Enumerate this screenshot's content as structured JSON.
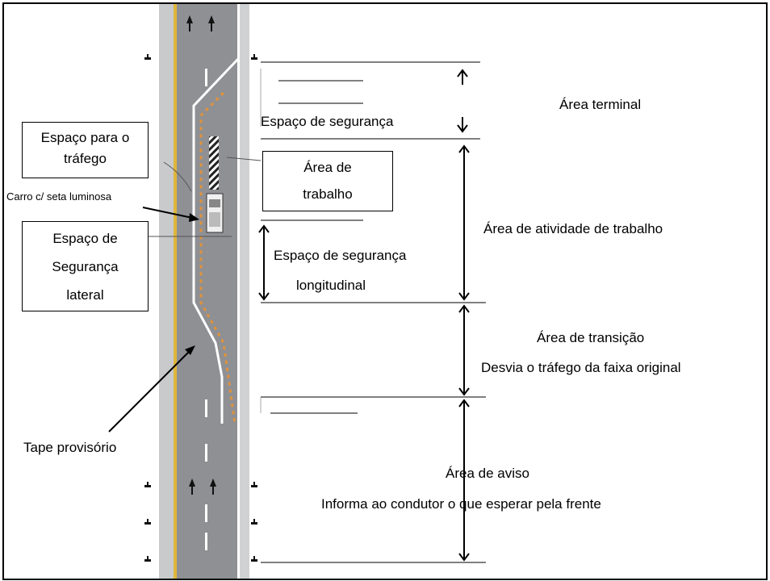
{
  "labels": {
    "traffic_space_line1": "Espaço para o",
    "traffic_space_line2": "tráfego",
    "arrow_car": "Carro c/ seta luminosa",
    "lateral_line1": "Espaço de",
    "lateral_line2": "Segurança",
    "lateral_line3": "lateral",
    "temp_tape": "Tape provisório",
    "work_area_line1": "Área de",
    "work_area_line2": "trabalho",
    "safety_space": "Espaço de segurança",
    "long_safety_line1": "Espaço de segurança",
    "long_safety_line2": "longitudinal"
  },
  "zones": {
    "terminal": "Área terminal",
    "activity": "Área de atividade de trabalho",
    "transition": "Área de transição",
    "transition_desc": "Desvia o tráfego da faixa original",
    "warning": "Área de aviso",
    "warning_desc": "Informa ao condutor o que esperar pela frente"
  },
  "colors": {
    "road": "#8f9094",
    "shoulder": "#c9cacc",
    "yellow_line": "#e0b63a",
    "cone": "#e0923a"
  }
}
